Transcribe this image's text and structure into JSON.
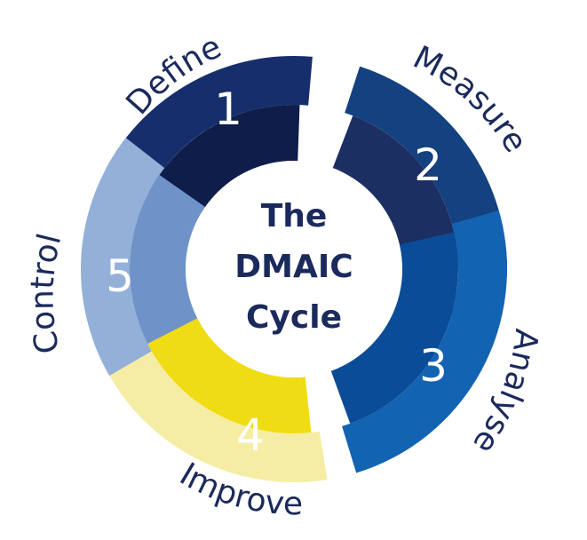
{
  "diagram": {
    "center_lines": [
      "The",
      "DMAIC",
      "Cycle"
    ],
    "phases": [
      {
        "number": "1",
        "label": "Define",
        "outer_color": "#162f6c",
        "inner_color": "#0e1d49"
      },
      {
        "number": "2",
        "label": "Measure",
        "outer_color": "#14417f",
        "inner_color": "#1c2f62"
      },
      {
        "number": "3",
        "label": "Analyse",
        "outer_color": "#1363b3",
        "inner_color": "#0b4c98"
      },
      {
        "number": "4",
        "label": "Improve",
        "outer_color": "#f6eda5",
        "inner_color": "#f0dc14"
      },
      {
        "number": "5",
        "label": "Control",
        "outer_color": "#93b0d9",
        "inner_color": "#6f93c8"
      }
    ]
  }
}
